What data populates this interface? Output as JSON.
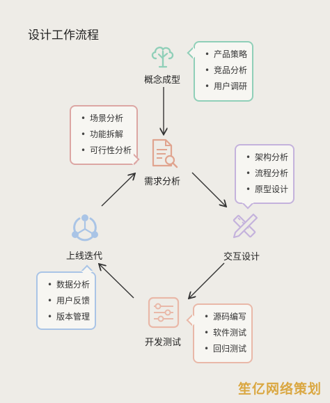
{
  "title": "设计工作流程",
  "nodes": {
    "concept": "概念成型",
    "requirements": "需求分析",
    "interaction": "交互设计",
    "testing": "开发测试",
    "iteration": "上线迭代"
  },
  "cards": {
    "concept": [
      "产品策略",
      "竞品分析",
      "用户调研"
    ],
    "requirements": [
      "场景分析",
      "功能拆解",
      "可行性分析"
    ],
    "interaction": [
      "架构分析",
      "流程分析",
      "原型设计"
    ],
    "testing": [
      "源码编写",
      "软件测试",
      "回归测试"
    ],
    "iteration": [
      "数据分析",
      "用户反馈",
      "版本管理"
    ]
  },
  "colors": {
    "teal": "#8fcfb8",
    "red": "#dca6a3",
    "purple": "#c4b2dc",
    "blue": "#a9c4e6",
    "orange": "#e9b8a8"
  },
  "icons": {
    "concept": "cloud-tree-icon",
    "requirements": "document-search-icon",
    "interaction": "ruler-pencil-icon",
    "testing": "sliders-icon",
    "iteration": "cycle-nodes-icon"
  },
  "watermark": "笙亿网络策划"
}
